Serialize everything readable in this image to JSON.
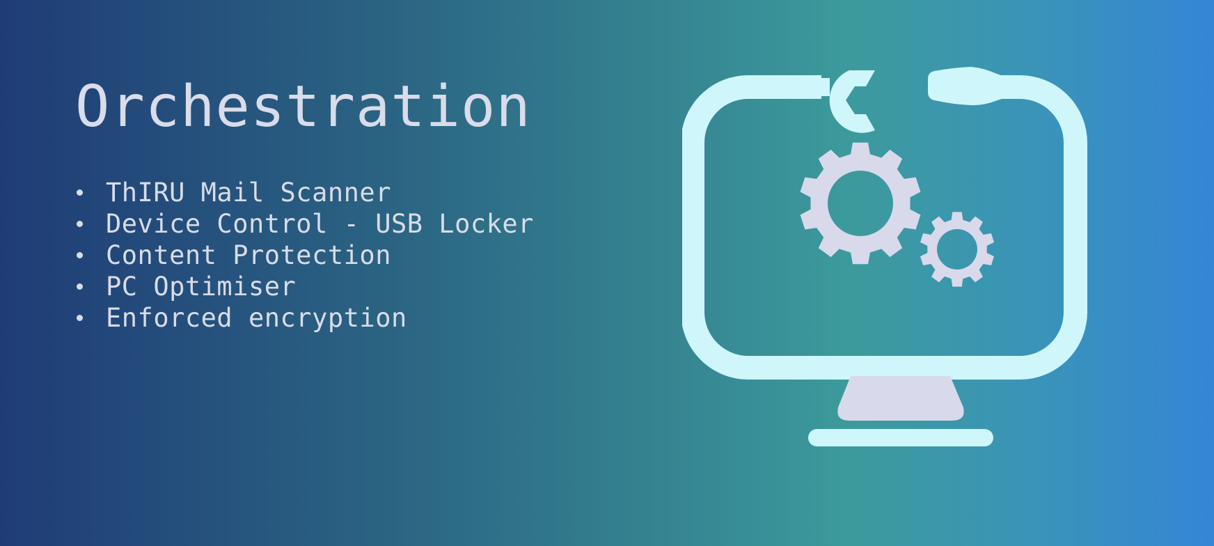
{
  "slide": {
    "title": "Orchestration",
    "bullets": [
      "ThIRU Mail Scanner",
      "Device Control - USB Locker",
      "Content Protection",
      "PC Optimiser",
      "Enforced encryption"
    ]
  },
  "illustration": {
    "icon": "monitor-with-gears-and-tools-icon",
    "monitor_color": "#cef6fb",
    "gear_color": "#d8d9eb"
  },
  "colors": {
    "background_left": "#1f3c76",
    "background_mid": "#3c9a9c",
    "background_right": "#3486d6",
    "text": "#d9dcea"
  }
}
